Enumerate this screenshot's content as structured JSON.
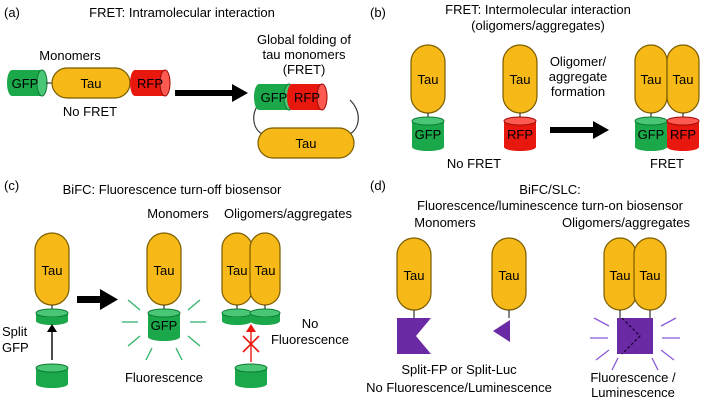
{
  "panels": {
    "a": {
      "letter": "(a)",
      "title": "FRET: Intramolecular interaction",
      "monomers": "Monomers",
      "no_fret": "No FRET",
      "folding_line1": "Global folding of",
      "folding_line2": "tau monomers",
      "folding_line3": "(FRET)"
    },
    "b": {
      "letter": "(b)",
      "title_line1": "FRET: Intermolecular interaction",
      "title_line2": "(oligomers/aggregates)",
      "arrow_line1": "Oligomer/",
      "arrow_line2": "aggregate",
      "arrow_line3": "formation",
      "no_fret": "No FRET",
      "fret": "FRET"
    },
    "c": {
      "letter": "(c)",
      "title": "BiFC: Fluorescence turn-off biosensor",
      "monomers": "Monomers",
      "oligomers": "Oligomers/aggregates",
      "split_line1": "Split",
      "split_line2": "GFP",
      "fluorescence": "Fluorescence",
      "no_line1": "No",
      "no_line2": "Fluorescence"
    },
    "d": {
      "letter": "(d)",
      "title_line1": "BiFC/SLC:",
      "title_line2": "Fluorescence/luminescence turn-on biosensor",
      "monomers": "Monomers",
      "oligomers": "Oligomers/aggregates",
      "split_line1": "Split-FP or Split-Luc",
      "split_line2": "No Fluorescence/Luminescence",
      "fl_line1": "Fluorescence /",
      "fl_line2": "Luminescence"
    }
  },
  "labels": {
    "tau": "Tau",
    "gfp": "GFP",
    "rfp": "RFP"
  },
  "colors": {
    "tau": "#f7b918",
    "gfp": "#1aa84a",
    "rfp": "#e8180f",
    "luc": "#6a2aa3"
  }
}
